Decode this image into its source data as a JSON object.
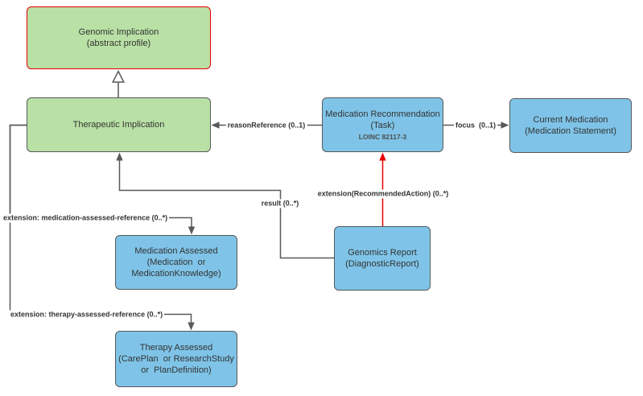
{
  "colors": {
    "green_fill": "#b9e0a5",
    "blue_fill": "#7fc4e8",
    "box_border": "#595959",
    "abstract_border_red": "#e60000",
    "connector_gray": "#595959",
    "connector_red": "#e60000",
    "text": "#333333",
    "background": "#ffffff"
  },
  "nodes": {
    "genomic_implication": {
      "lines": [
        "Genomic Implication",
        "(abstract profile)"
      ]
    },
    "therapeutic_implication": {
      "lines": [
        "Therapeutic Implication"
      ]
    },
    "medication_recommendation": {
      "lines": [
        "Medication Recommendation",
        "(Task)"
      ],
      "code": "LOINC 82117-3"
    },
    "current_medication": {
      "lines": [
        "Current Medication",
        "(Medication Statement)"
      ]
    },
    "medication_assessed": {
      "lines": [
        "Medication Assessed",
        "(Medication  or",
        "MedicationKnowledge)"
      ]
    },
    "therapy_assessed": {
      "lines": [
        "Therapy Assessed",
        "(CarePlan  or ResearchStudy",
        "or  PlanDefinition)"
      ]
    },
    "genomics_report": {
      "lines": [
        "Genomics Report",
        "(DiagnosticReport)"
      ]
    }
  },
  "edges": {
    "reason_reference": {
      "label": "reasonReference (0..1)"
    },
    "focus": {
      "label": "focus  (0..1)"
    },
    "recommended_action": {
      "label": "extension(RecommendedAction) (0..*)"
    },
    "result": {
      "label": "result (0..*)"
    },
    "medication_assessed_ref": {
      "label": "extension: medication-assessed-reference (0..*)"
    },
    "therapy_assessed_ref": {
      "label": "extension: therapy-assessed-reference (0..*)"
    }
  }
}
